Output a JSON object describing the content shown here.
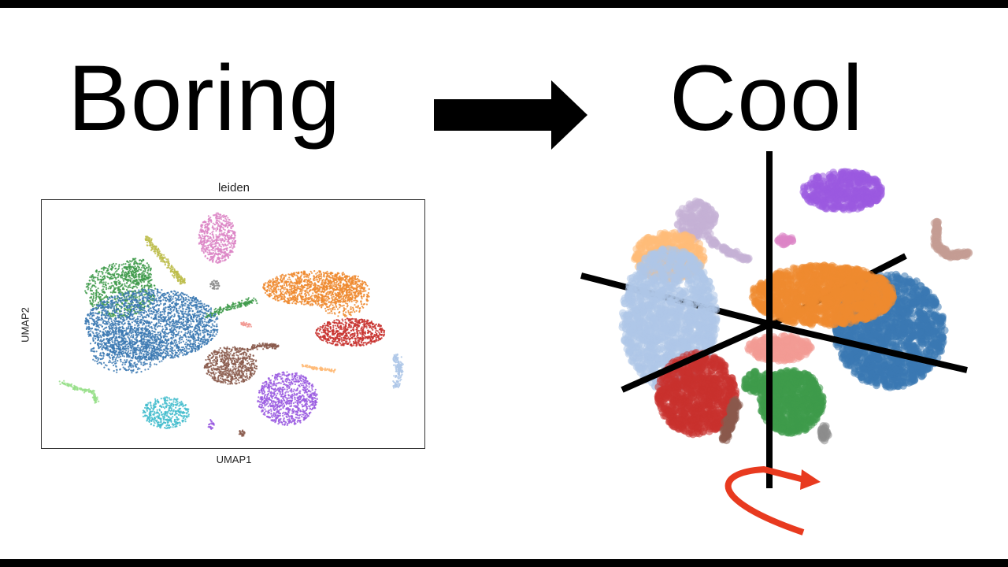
{
  "header": {
    "left_word": "Boring",
    "right_word": "Cool"
  },
  "plot": {
    "title": "leiden",
    "xlabel": "UMAP1",
    "ylabel": "UMAP2"
  },
  "colors": {
    "blue": "#3a78b2",
    "orange": "#ee8a2f",
    "green": "#3e9a4a",
    "red": "#c8312e",
    "purple": "#9a5ae0",
    "brown": "#8a5a4c",
    "pink": "#dc85c6",
    "gray": "#8c8c8c",
    "olive": "#bdbd4c",
    "cyan": "#42bccd",
    "light_blue": "#aec7e8",
    "light_orange": "#ffbb78",
    "light_green": "#98df8a",
    "light_red": "#f29a94",
    "lavender": "#c5b0d5",
    "light_brown": "#c49c94",
    "rotation_arrow": "#e83a1f"
  }
}
